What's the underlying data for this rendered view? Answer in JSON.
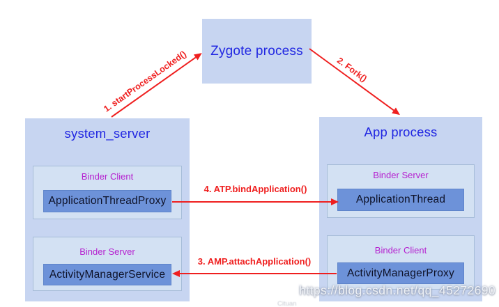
{
  "zygote": {
    "title": "Zygote process"
  },
  "left_box": {
    "title": "system_server",
    "sections": [
      {
        "label": "Binder Client",
        "box": "ApplicationThreadProxy"
      },
      {
        "label": "Binder Server",
        "box": "ActivityManagerService"
      }
    ]
  },
  "right_box": {
    "title": "App process",
    "sections": [
      {
        "label": "Binder Server",
        "box": "ApplicationThread"
      },
      {
        "label": "Binder Client",
        "box": "ActivityManagerProxy"
      }
    ]
  },
  "arrows": {
    "step1": "1. startProcessLocked()",
    "step2": "2. Fork()",
    "step3": "3. AMP.attachApplication()",
    "step4": "4. ATP.bindApplication()"
  },
  "watermark": "https://blog.csdn.net/qq_45272690",
  "footer_artifact": "Cituan",
  "colors": {
    "box_fill": "#c7d5f1",
    "inner_fill": "#d3e1f3",
    "dark_fill": "#6d92d9",
    "title_blue": "#2127e2",
    "binder_magenta": "#b520cf",
    "arrow_red": "#ef1f1f"
  }
}
